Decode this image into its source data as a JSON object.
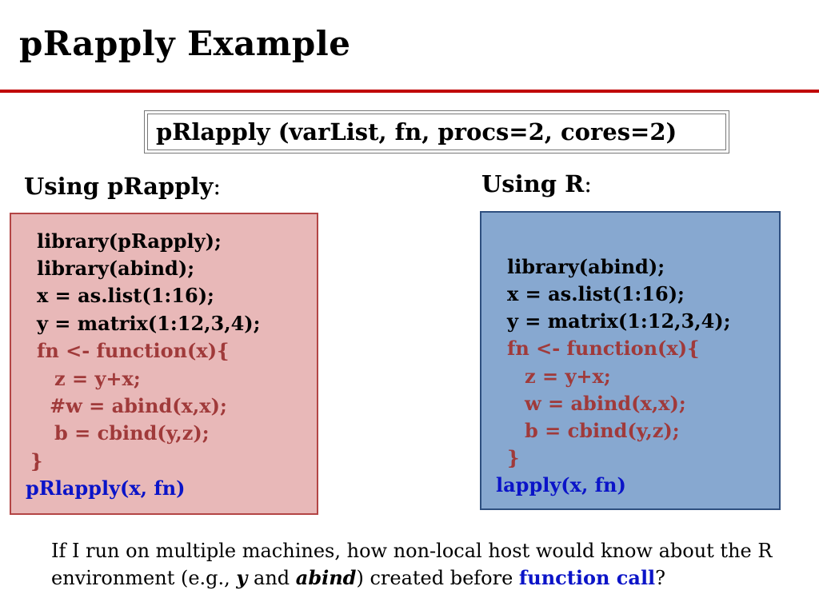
{
  "slide": {
    "title": "pRapply Example",
    "signature": "pRlapply (varList, fn, procs=2, cores=2)",
    "left": {
      "heading": "Using pRapply",
      "colon": ":",
      "code": [
        {
          "text": "library(pRapply);",
          "color": "black"
        },
        {
          "text": "library(abind);",
          "color": "black"
        },
        {
          "text": "x = as.list(1:16);",
          "color": "black"
        },
        {
          "text": "y = matrix(1:12,3,4);",
          "color": "black"
        },
        {
          "text": "fn <- function(x){",
          "color": "red"
        },
        {
          "text": "z = y+x;",
          "color": "red"
        },
        {
          "text": "#w = abind(x,x);",
          "color": "red"
        },
        {
          "text": "b = cbind(y,z);",
          "color": "red"
        },
        {
          "text": "}",
          "color": "red"
        },
        {
          "text": "pRlapply(x, fn)",
          "color": "blue"
        }
      ]
    },
    "right": {
      "heading": "Using R",
      "colon": ":",
      "code": [
        {
          "text": "library(abind);",
          "color": "black"
        },
        {
          "text": "x = as.list(1:16);",
          "color": "black"
        },
        {
          "text": "y = matrix(1:12,3,4);",
          "color": "black"
        },
        {
          "text": "fn <- function(x){",
          "color": "red"
        },
        {
          "text": "z = y+x;",
          "color": "red"
        },
        {
          "text": "w = abind(x,x);",
          "color": "red"
        },
        {
          "text": "b = cbind(y,z);",
          "color": "red"
        },
        {
          "text": "}",
          "color": "red"
        },
        {
          "text": "lapply(x, fn)",
          "color": "blue"
        }
      ]
    },
    "question": {
      "part1": "If I run on multiple machines, how non-local host would know about the R environment (e.g., ",
      "y": "y",
      "and": " and ",
      "abind": "abind",
      "part2": ") created before ",
      "highlight": "function call",
      "end": "?"
    },
    "colors": {
      "rule": "#c00000",
      "left_box_fill": "#e8b8b8",
      "left_box_border": "#b34545",
      "right_box_fill": "#87a8d0",
      "right_box_border": "#2e4f7f",
      "code_red": "#a03a3a",
      "code_blue": "#0b14c8"
    }
  }
}
